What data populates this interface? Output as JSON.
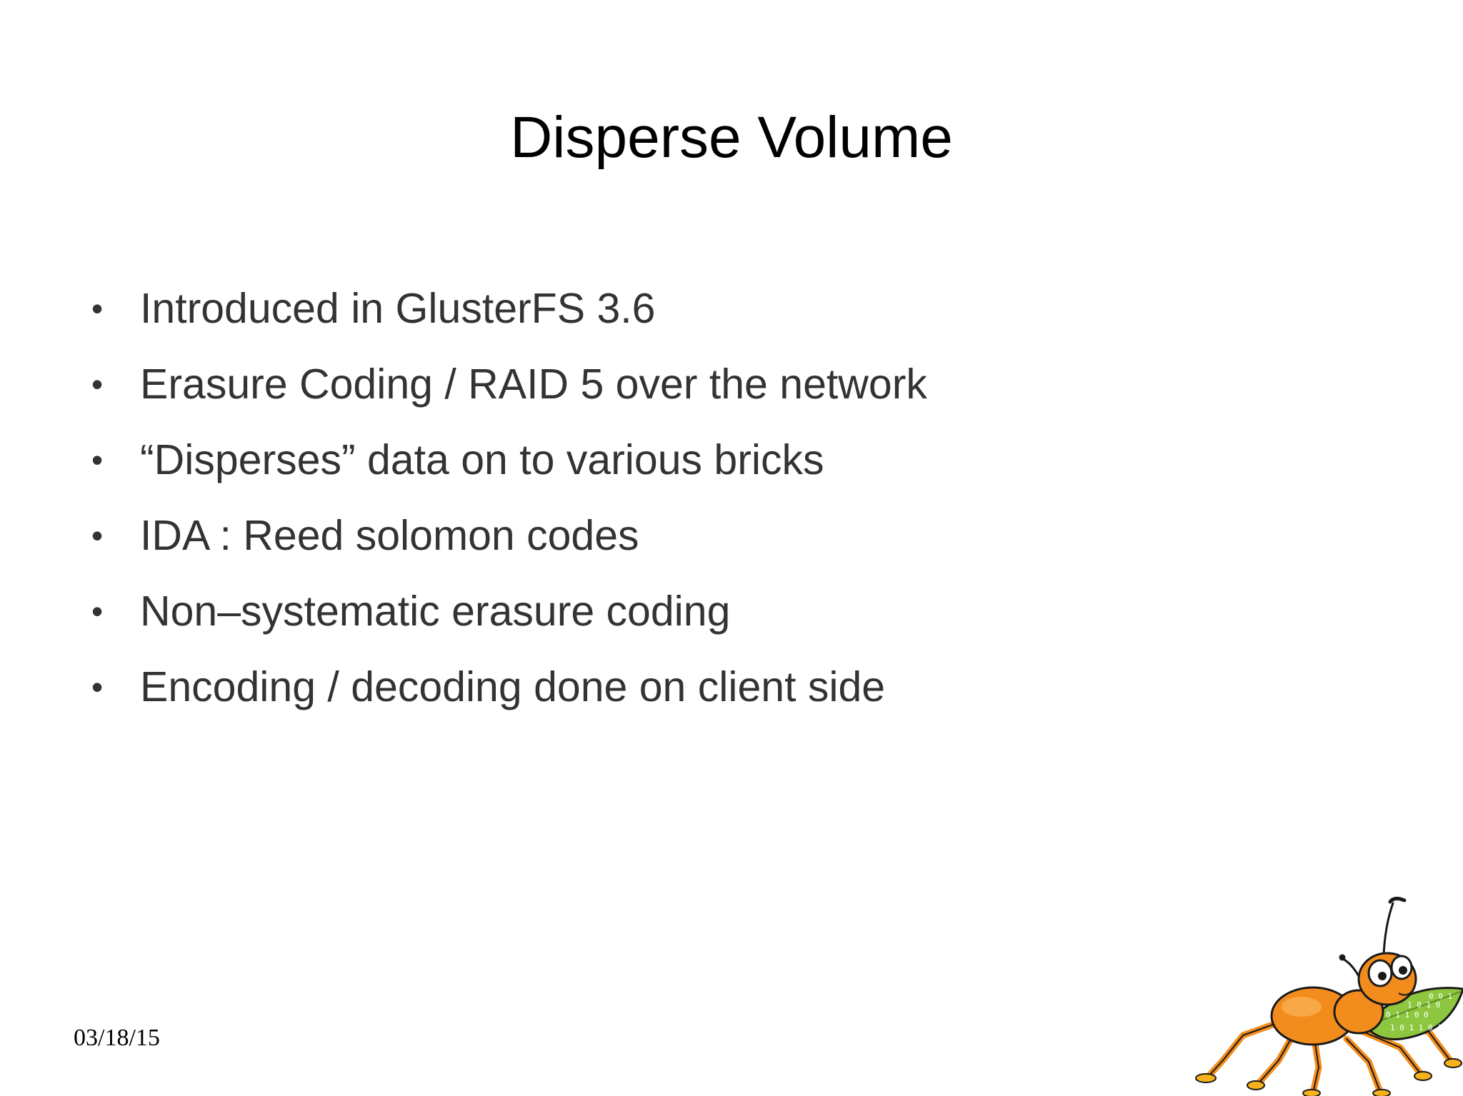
{
  "slide": {
    "title": "Disperse Volume",
    "bullets": [
      "Introduced in GlusterFS 3.6",
      "Erasure Coding / RAID 5 over the network",
      "“Disperses” data on to various bricks",
      "IDA : Reed solomon codes",
      "Non–systematic erasure coding",
      "Encoding / decoding done on client side"
    ],
    "bullet_glyph": "•",
    "footer_date": "03/18/15",
    "logo": {
      "icon": "gluster-ant-mascot-icon",
      "leaf_digits": "0 1 1 0 0 0 1 1 0 1 0 1 1 0 1 0 0 1",
      "colors": {
        "body": "#f28c1c",
        "leaf": "#8dc63f",
        "outline": "#1a1a1a"
      }
    }
  }
}
